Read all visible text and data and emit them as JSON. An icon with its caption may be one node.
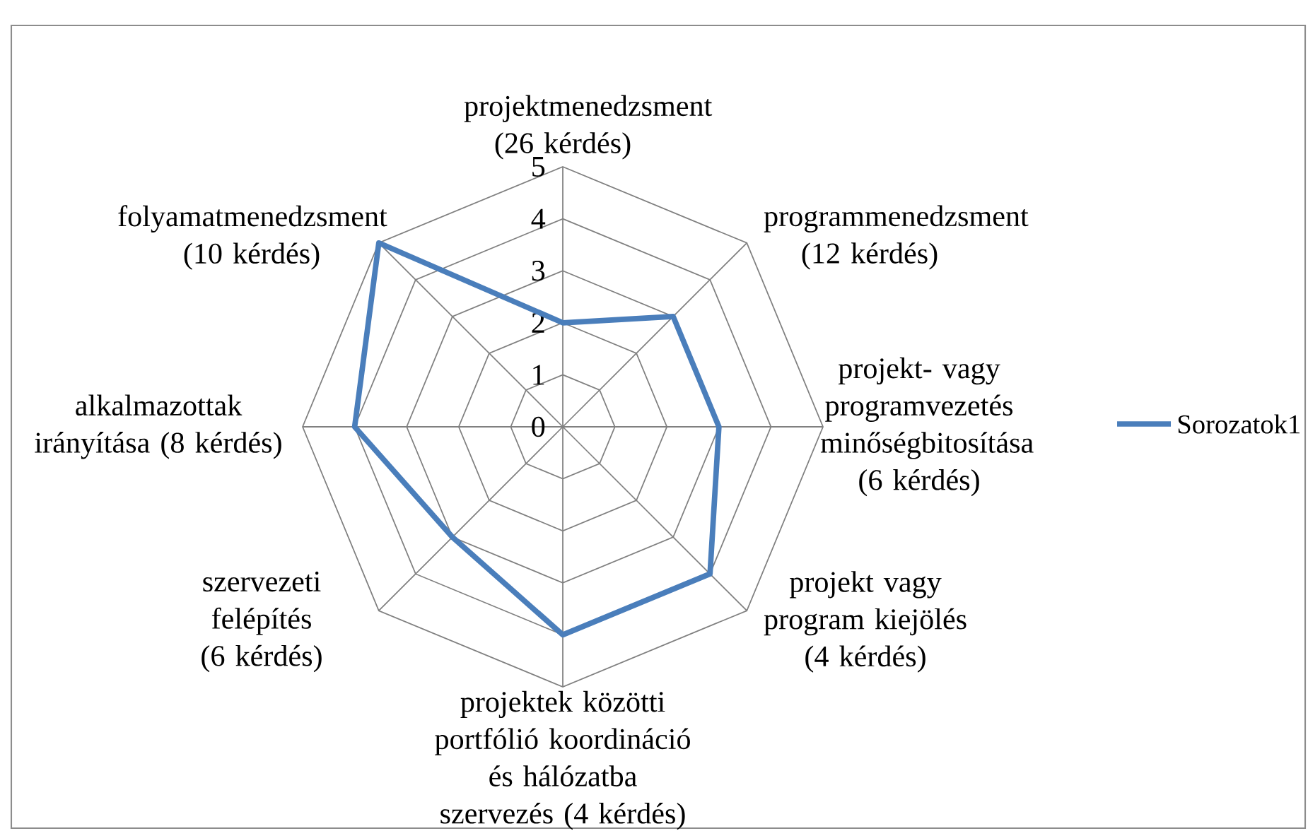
{
  "diagram": {
    "chart_data": {
      "type": "radar",
      "categories": [
        "projektmenedzsment (26 kérdés)",
        "programmenedzsment (12 kérdés)",
        "projekt- vagy programvezetés minőségbitosítása (6 kérdés)",
        "projekt vagy program kiejölés (4 kérdés)",
        "projektek közötti portfólió koordináció és hálózatba szervezés (4 kérdés)",
        "szervezeti felépítés (6 kérdés)",
        "alkalmazottak irányítása (8 kérdés)",
        "folyamatmenedzsment (10 kérdés)"
      ],
      "series": [
        {
          "name": "Sorozatok1",
          "color": "#4a7ebb",
          "values": [
            2,
            3,
            3,
            4,
            4,
            3,
            4,
            5
          ]
        }
      ],
      "ylim": [
        0,
        5
      ],
      "yticks": [
        0,
        1,
        2,
        3,
        4,
        5
      ]
    }
  }
}
